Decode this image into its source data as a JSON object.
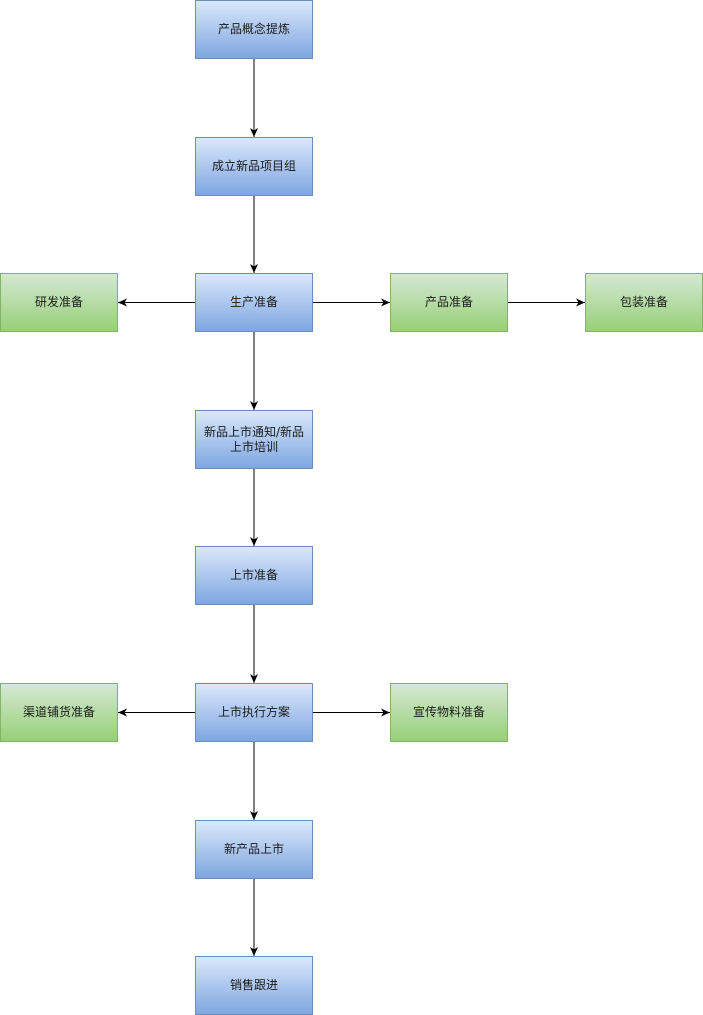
{
  "colors": {
    "main_fill_top": "#dae8fc",
    "main_fill_bottom": "#7ea6e0",
    "main_border": "#6c8ebf",
    "side_fill_top": "#d5e8d4",
    "side_fill_bottom": "#97d077",
    "side_border": "#82b366",
    "arrow": "#000000"
  },
  "nodes": {
    "concept": "产品概念提炼",
    "team": "成立新品项目组",
    "production": "生产准备",
    "rnd": "研发准备",
    "product": "产品准备",
    "packaging": "包装准备",
    "notice": "新品上市通知/新品上市培训",
    "launch_prep": "上市准备",
    "execution": "上市执行方案",
    "channel": "渠道铺货准备",
    "promo": "宣传物料准备",
    "launch": "新产品上市",
    "followup": "销售跟进"
  },
  "edges": [
    {
      "from": "concept",
      "to": "team"
    },
    {
      "from": "team",
      "to": "production"
    },
    {
      "from": "production",
      "to": "rnd"
    },
    {
      "from": "production",
      "to": "product"
    },
    {
      "from": "product",
      "to": "packaging"
    },
    {
      "from": "production",
      "to": "notice"
    },
    {
      "from": "notice",
      "to": "launch_prep"
    },
    {
      "from": "launch_prep",
      "to": "execution"
    },
    {
      "from": "execution",
      "to": "channel"
    },
    {
      "from": "execution",
      "to": "promo"
    },
    {
      "from": "execution",
      "to": "launch"
    },
    {
      "from": "launch",
      "to": "followup"
    }
  ]
}
